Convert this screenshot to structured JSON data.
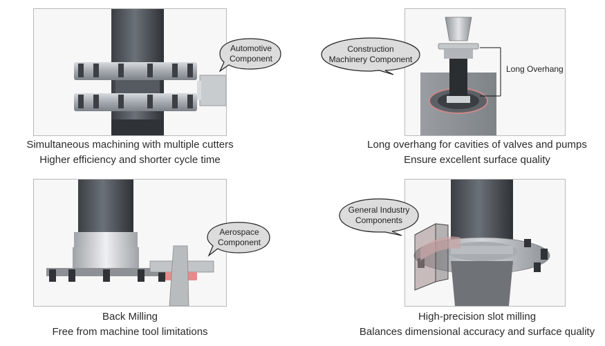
{
  "panels": [
    {
      "bubble": [
        "Automotive",
        "Component"
      ],
      "caption": [
        "Simultaneous machining with multiple cutters",
        "Higher efficiency and shorter cycle time"
      ]
    },
    {
      "bubble": [
        "Construction",
        "Machinery Component"
      ],
      "callout": "Long Overhang",
      "caption": [
        "Long overhang for cavities of valves and pumps",
        "Ensure excellent surface quality"
      ]
    },
    {
      "bubble": [
        "Aerospace",
        "Component"
      ],
      "caption": [
        "Back Milling",
        "Free from machine tool limitations"
      ]
    },
    {
      "bubble": [
        "General Industry",
        "Components"
      ],
      "caption": [
        "High-precision slot milling",
        "Balances dimensional accuracy and surface quality"
      ]
    }
  ]
}
